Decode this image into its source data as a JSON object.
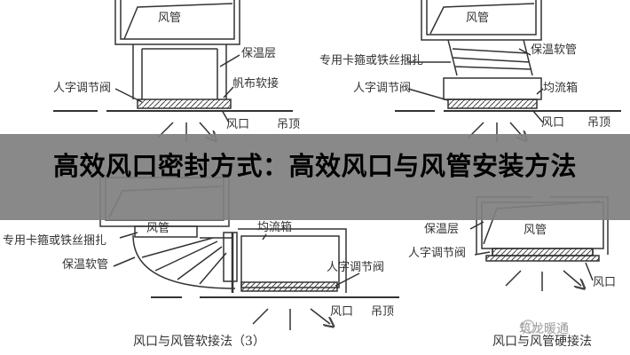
{
  "title": "高效风口密封方式：高效风口与风管安装方法",
  "diagrams": {
    "top_left": {
      "duct": "风管",
      "insulation": "保温层",
      "damper": "人字调节阀",
      "canvas_joint": "帆布软接",
      "outlet": "风口",
      "ceiling": "吊顶"
    },
    "top_right": {
      "duct": "风管",
      "clamp": "专用卡箍或铁丝捆扎",
      "flex_hose": "保温软管",
      "damper": "人字调节阀",
      "plenum": "均流箱",
      "outlet": "风口",
      "ceiling": "吊顶"
    },
    "bottom_left": {
      "duct": "风管",
      "clamp": "专用卡箍或铁丝捆扎",
      "flex_hose": "保温软管",
      "plenum": "均流箱",
      "damper": "人字调节阀",
      "outlet": "风口",
      "ceiling": "吊顶",
      "caption": "风口与风管软接法（3）"
    },
    "bottom_right": {
      "insulation": "保温层",
      "duct": "风管",
      "damper": "人字调节阀",
      "outlet": "风口",
      "caption": "风口与风管硬接法"
    }
  },
  "watermark": "筑龙暖通"
}
